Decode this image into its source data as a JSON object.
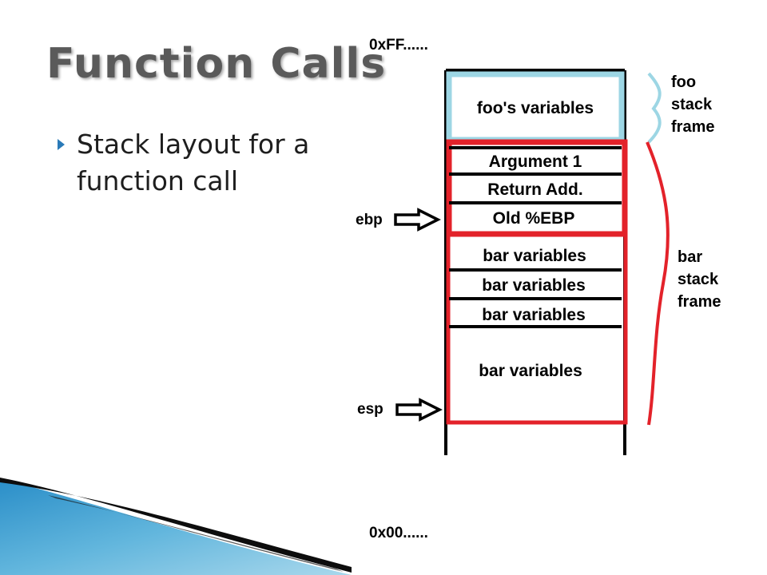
{
  "slide": {
    "title": "Function Calls",
    "bullet": "Stack layout for a\nfunction call"
  },
  "diagram": {
    "top_address": "0xFF......",
    "bottom_address": "0x00......",
    "blocks": {
      "foo_variables": "foo's variables",
      "argument_1": "Argument 1",
      "return_address": "Return Add.",
      "old_ebp": "Old %EBP",
      "bar_variables_1": "bar variables",
      "bar_variables_2": "bar variables",
      "bar_variables_3": "bar variables",
      "bar_variables_4": "bar variables"
    },
    "pointers": {
      "ebp": "ebp",
      "esp": "esp"
    },
    "frames": {
      "foo": [
        "foo",
        "stack",
        "frame"
      ],
      "bar": [
        "bar",
        "stack",
        "frame"
      ]
    }
  },
  "colors": {
    "foo_frame": "#9dd6e4",
    "bar_frame": "#e3222a",
    "title": "#5a5a5a",
    "bullet_accent": "#2a7ab8"
  }
}
